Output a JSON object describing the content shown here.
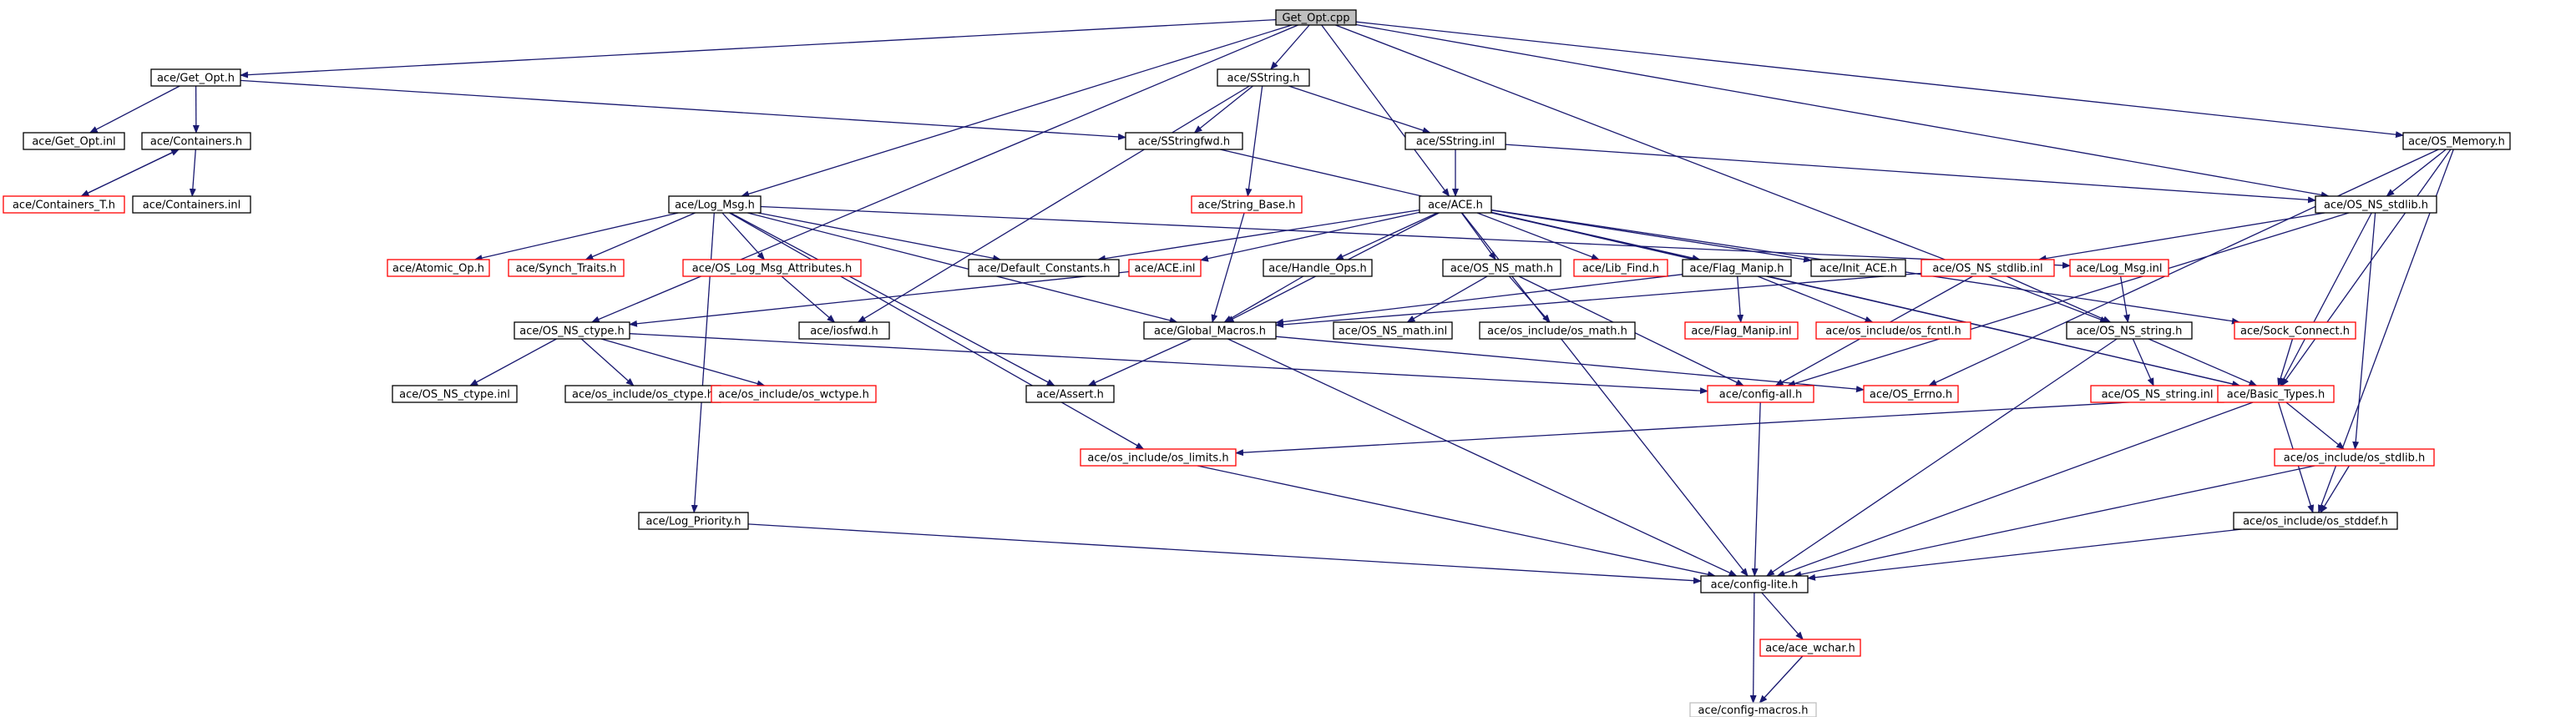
{
  "diagram": {
    "nodes": [
      {
        "id": "get_opt_cpp",
        "label": "Get_Opt.cpp",
        "style": "root"
      },
      {
        "id": "get_opt_h",
        "label": "ace/Get_Opt.h",
        "style": "black"
      },
      {
        "id": "sstring_h",
        "label": "ace/SString.h",
        "style": "black"
      },
      {
        "id": "os_memory_h",
        "label": "ace/OS_Memory.h",
        "style": "black"
      },
      {
        "id": "get_opt_inl",
        "label": "ace/Get_Opt.inl",
        "style": "black"
      },
      {
        "id": "containers_h",
        "label": "ace/Containers.h",
        "style": "black"
      },
      {
        "id": "sstringfwd_h",
        "label": "ace/SStringfwd.h",
        "style": "black"
      },
      {
        "id": "sstring_inl",
        "label": "ace/SString.inl",
        "style": "black"
      },
      {
        "id": "containers_t_h",
        "label": "ace/Containers_T.h",
        "style": "red"
      },
      {
        "id": "containers_inl",
        "label": "ace/Containers.inl",
        "style": "black"
      },
      {
        "id": "log_msg_h",
        "label": "ace/Log_Msg.h",
        "style": "black"
      },
      {
        "id": "string_base_h",
        "label": "ace/String_Base.h",
        "style": "red"
      },
      {
        "id": "ace_h",
        "label": "ace/ACE.h",
        "style": "black"
      },
      {
        "id": "os_ns_stdlib_h",
        "label": "ace/OS_NS_stdlib.h",
        "style": "black"
      },
      {
        "id": "atomic_op_h",
        "label": "ace/Atomic_Op.h",
        "style": "red"
      },
      {
        "id": "synch_traits_h",
        "label": "ace/Synch_Traits.h",
        "style": "red"
      },
      {
        "id": "os_log_msg_attributes_h",
        "label": "ace/OS_Log_Msg_Attributes.h",
        "style": "red"
      },
      {
        "id": "default_constants_h",
        "label": "ace/Default_Constants.h",
        "style": "black"
      },
      {
        "id": "ace_inl",
        "label": "ace/ACE.inl",
        "style": "red"
      },
      {
        "id": "handle_ops_h",
        "label": "ace/Handle_Ops.h",
        "style": "black"
      },
      {
        "id": "os_ns_math_h",
        "label": "ace/OS_NS_math.h",
        "style": "black"
      },
      {
        "id": "lib_find_h",
        "label": "ace/Lib_Find.h",
        "style": "red"
      },
      {
        "id": "flag_manip_h",
        "label": "ace/Flag_Manip.h",
        "style": "black"
      },
      {
        "id": "init_ace_h",
        "label": "ace/Init_ACE.h",
        "style": "black"
      },
      {
        "id": "os_ns_stdlib_inl",
        "label": "ace/OS_NS_stdlib.inl",
        "style": "red"
      },
      {
        "id": "log_msg_inl",
        "label": "ace/Log_Msg.inl",
        "style": "red"
      },
      {
        "id": "os_ns_ctype_h",
        "label": "ace/OS_NS_ctype.h",
        "style": "black"
      },
      {
        "id": "iosfwd_h",
        "label": "ace/iosfwd.h",
        "style": "black"
      },
      {
        "id": "global_macros_h",
        "label": "ace/Global_Macros.h",
        "style": "black"
      },
      {
        "id": "os_ns_math_inl",
        "label": "ace/OS_NS_math.inl",
        "style": "black"
      },
      {
        "id": "os_include_os_math_h",
        "label": "ace/os_include/os_math.h",
        "style": "black"
      },
      {
        "id": "flag_manip_inl",
        "label": "ace/Flag_Manip.inl",
        "style": "red"
      },
      {
        "id": "os_include_os_fcntl_h",
        "label": "ace/os_include/os_fcntl.h",
        "style": "red"
      },
      {
        "id": "os_ns_string_h",
        "label": "ace/OS_NS_string.h",
        "style": "black"
      },
      {
        "id": "sock_connect_h",
        "label": "ace/Sock_Connect.h",
        "style": "red"
      },
      {
        "id": "os_ns_ctype_inl",
        "label": "ace/OS_NS_ctype.inl",
        "style": "black"
      },
      {
        "id": "os_include_os_ctype_h",
        "label": "ace/os_include/os_ctype.h",
        "style": "black"
      },
      {
        "id": "os_include_os_wctype_h",
        "label": "ace/os_include/os_wctype.h",
        "style": "red"
      },
      {
        "id": "assert_h",
        "label": "ace/Assert.h",
        "style": "black"
      },
      {
        "id": "config_all_h",
        "label": "ace/config-all.h",
        "style": "red"
      },
      {
        "id": "os_errno_h",
        "label": "ace/OS_Errno.h",
        "style": "red"
      },
      {
        "id": "os_ns_string_inl",
        "label": "ace/OS_NS_string.inl",
        "style": "red"
      },
      {
        "id": "basic_types_h",
        "label": "ace/Basic_Types.h",
        "style": "red"
      },
      {
        "id": "os_include_os_limits_h",
        "label": "ace/os_include/os_limits.h",
        "style": "red"
      },
      {
        "id": "os_include_os_stdlib_h",
        "label": "ace/os_include/os_stdlib.h",
        "style": "red"
      },
      {
        "id": "log_priority_h",
        "label": "ace/Log_Priority.h",
        "style": "black"
      },
      {
        "id": "os_include_os_stddef_h",
        "label": "ace/os_include/os_stddef.h",
        "style": "black"
      },
      {
        "id": "config_lite_h",
        "label": "ace/config-lite.h",
        "style": "black"
      },
      {
        "id": "ace_wchar_h",
        "label": "ace/ace_wchar.h",
        "style": "red"
      },
      {
        "id": "config_macros_h",
        "label": "ace/config-macros.h",
        "style": "grey"
      }
    ],
    "edges": [
      [
        "get_opt_cpp",
        "get_opt_h"
      ],
      [
        "get_opt_cpp",
        "sstring_h"
      ],
      [
        "get_opt_cpp",
        "os_memory_h"
      ],
      [
        "get_opt_cpp",
        "log_msg_h"
      ],
      [
        "get_opt_cpp",
        "ace_h"
      ],
      [
        "get_opt_cpp",
        "os_ns_stdlib_h"
      ],
      [
        "get_opt_cpp",
        "os_ns_ctype_h"
      ],
      [
        "get_opt_cpp",
        "os_ns_string_h"
      ],
      [
        "get_opt_h",
        "get_opt_inl"
      ],
      [
        "get_opt_h",
        "containers_h"
      ],
      [
        "get_opt_h",
        "sstringfwd_h"
      ],
      [
        "containers_h",
        "containers_t_h"
      ],
      [
        "containers_t_h",
        "containers_h"
      ],
      [
        "containers_h",
        "containers_inl"
      ],
      [
        "sstring_h",
        "sstringfwd_h"
      ],
      [
        "sstring_h",
        "sstring_inl"
      ],
      [
        "sstring_h",
        "string_base_h"
      ],
      [
        "sstring_h",
        "iosfwd_h"
      ],
      [
        "sstringfwd_h",
        "basic_types_h"
      ],
      [
        "sstring_inl",
        "ace_h"
      ],
      [
        "sstring_inl",
        "os_ns_stdlib_h"
      ],
      [
        "string_base_h",
        "global_macros_h"
      ],
      [
        "os_memory_h",
        "os_ns_stdlib_h"
      ],
      [
        "os_memory_h",
        "os_errno_h"
      ],
      [
        "os_memory_h",
        "basic_types_h"
      ],
      [
        "os_memory_h",
        "os_include_os_stddef_h"
      ],
      [
        "log_msg_h",
        "atomic_op_h"
      ],
      [
        "log_msg_h",
        "synch_traits_h"
      ],
      [
        "log_msg_h",
        "os_log_msg_attributes_h"
      ],
      [
        "log_msg_h",
        "default_constants_h"
      ],
      [
        "log_msg_h",
        "global_macros_h"
      ],
      [
        "log_msg_h",
        "log_msg_inl"
      ],
      [
        "log_msg_h",
        "assert_h"
      ],
      [
        "log_msg_h",
        "os_include_os_limits_h"
      ],
      [
        "log_msg_h",
        "log_priority_h"
      ],
      [
        "os_log_msg_attributes_h",
        "iosfwd_h"
      ],
      [
        "ace_h",
        "default_constants_h"
      ],
      [
        "ace_h",
        "ace_inl"
      ],
      [
        "ace_h",
        "handle_ops_h"
      ],
      [
        "ace_h",
        "os_ns_math_h"
      ],
      [
        "ace_h",
        "lib_find_h"
      ],
      [
        "ace_h",
        "flag_manip_h"
      ],
      [
        "ace_h",
        "init_ace_h"
      ],
      [
        "ace_h",
        "sock_connect_h"
      ],
      [
        "ace_h",
        "basic_types_h"
      ],
      [
        "ace_h",
        "config_lite_h"
      ],
      [
        "ace_h",
        "global_macros_h"
      ],
      [
        "ace_inl",
        "os_ns_ctype_h"
      ],
      [
        "handle_ops_h",
        "global_macros_h"
      ],
      [
        "os_ns_math_h",
        "os_ns_math_inl"
      ],
      [
        "os_ns_math_h",
        "os_include_os_math_h"
      ],
      [
        "os_ns_math_h",
        "config_all_h"
      ],
      [
        "flag_manip_h",
        "flag_manip_inl"
      ],
      [
        "flag_manip_h",
        "os_include_os_fcntl_h"
      ],
      [
        "flag_manip_h",
        "global_macros_h"
      ],
      [
        "os_ns_stdlib_h",
        "os_ns_stdlib_inl"
      ],
      [
        "os_ns_stdlib_h",
        "basic_types_h"
      ],
      [
        "os_ns_stdlib_h",
        "os_include_os_stdlib_h"
      ],
      [
        "os_ns_stdlib_h",
        "config_all_h"
      ],
      [
        "os_ns_stdlib_inl",
        "global_macros_h"
      ],
      [
        "os_ns_stdlib_inl",
        "os_ns_string_h"
      ],
      [
        "os_ns_stdlib_inl",
        "config_all_h"
      ],
      [
        "log_msg_inl",
        "os_ns_string_h"
      ],
      [
        "os_ns_ctype_h",
        "os_ns_ctype_inl"
      ],
      [
        "os_ns_ctype_h",
        "os_include_os_ctype_h"
      ],
      [
        "os_ns_ctype_h",
        "os_include_os_wctype_h"
      ],
      [
        "os_ns_ctype_h",
        "config_all_h"
      ],
      [
        "global_macros_h",
        "assert_h"
      ],
      [
        "global_macros_h",
        "os_errno_h"
      ],
      [
        "global_macros_h",
        "config_lite_h"
      ],
      [
        "os_ns_string_h",
        "os_ns_string_inl"
      ],
      [
        "os_ns_string_h",
        "basic_types_h"
      ],
      [
        "os_ns_string_h",
        "config_lite_h"
      ],
      [
        "sock_connect_h",
        "basic_types_h"
      ],
      [
        "config_all_h",
        "config_lite_h"
      ],
      [
        "basic_types_h",
        "os_include_os_limits_h"
      ],
      [
        "basic_types_h",
        "os_include_os_stdlib_h"
      ],
      [
        "basic_types_h",
        "os_include_os_stddef_h"
      ],
      [
        "basic_types_h",
        "config_lite_h"
      ],
      [
        "os_include_os_limits_h",
        "config_lite_h"
      ],
      [
        "os_include_os_stdlib_h",
        "os_include_os_stddef_h"
      ],
      [
        "os_include_os_stdlib_h",
        "config_lite_h"
      ],
      [
        "os_include_os_stddef_h",
        "config_lite_h"
      ],
      [
        "log_priority_h",
        "config_lite_h"
      ],
      [
        "config_lite_h",
        "ace_wchar_h"
      ],
      [
        "config_lite_h",
        "config_macros_h"
      ],
      [
        "ace_wchar_h",
        "config_macros_h"
      ]
    ]
  },
  "colors": {
    "edge": "#191970",
    "border_default": "#000000",
    "border_incomplete": "#ff0000",
    "border_external": "#bfbfbf",
    "root_fill": "#bfbfbf"
  }
}
